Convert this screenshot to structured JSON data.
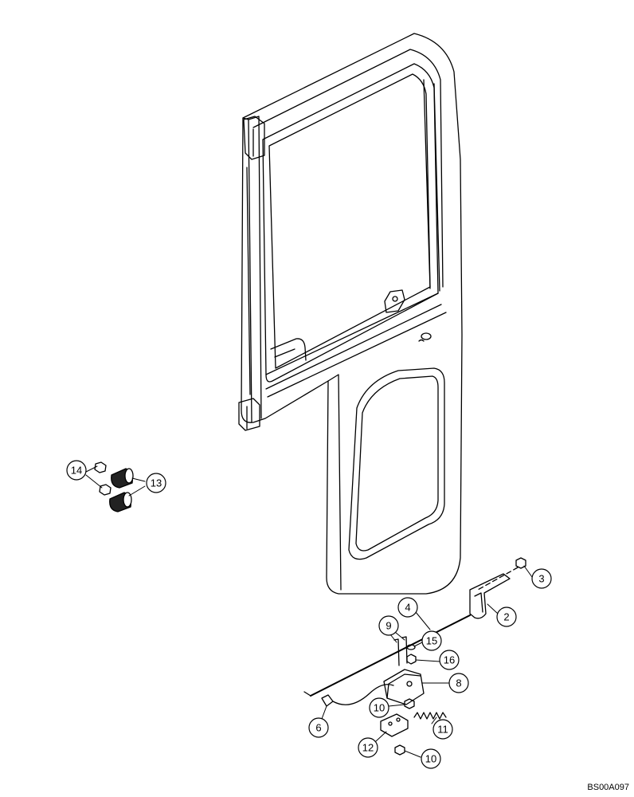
{
  "drawing": {
    "reference_code": "BS00A097"
  },
  "callouts": [
    {
      "id": "c2",
      "label": "2"
    },
    {
      "id": "c3",
      "label": "3"
    },
    {
      "id": "c4",
      "label": "4"
    },
    {
      "id": "c6",
      "label": "6"
    },
    {
      "id": "c8",
      "label": "8"
    },
    {
      "id": "c9",
      "label": "9"
    },
    {
      "id": "c10a",
      "label": "10"
    },
    {
      "id": "c10b",
      "label": "10"
    },
    {
      "id": "c11",
      "label": "11"
    },
    {
      "id": "c12",
      "label": "12"
    },
    {
      "id": "c13",
      "label": "13"
    },
    {
      "id": "c14",
      "label": "14"
    },
    {
      "id": "c15",
      "label": "15"
    },
    {
      "id": "c16",
      "label": "16"
    }
  ]
}
